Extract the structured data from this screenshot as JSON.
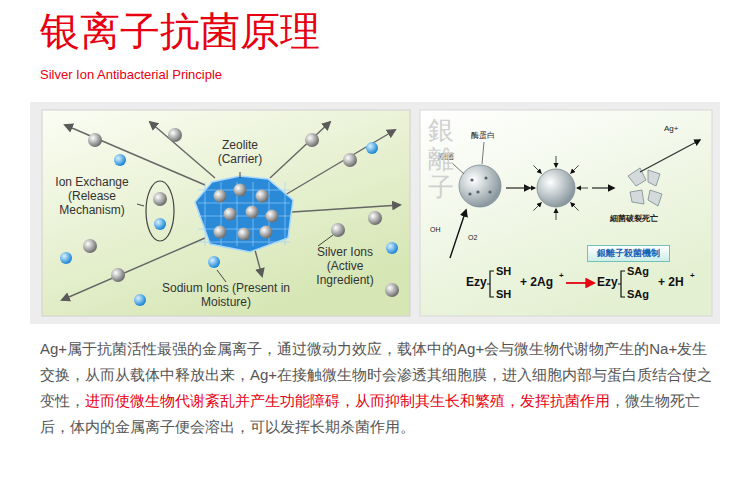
{
  "diagram": {
    "title": "银离子抗菌原理",
    "nodes": [
      {
        "text": [
          "銀離子殺菌機制"
        ]
      }
    ],
    "labels": [
      "Silver Ion Antibacterial Principle",
      "Zeolite (Carrier)",
      "Ion Exchange (Release Mechanism)",
      "Silver Ions (Active Ingredient)",
      "Sodium Ions (Present in Moisture)",
      "酶蛋白",
      "細菌",
      "OH",
      "O2",
      "Ag+",
      "細菌破裂死亡",
      "Ezy",
      "SH",
      "SH",
      "+ 2Ag",
      "+",
      "Ezy",
      "SAg",
      "SAg",
      "+ 2H",
      "+",
      "銀離子",
      "Ag+属于抗菌活性最强的金属离子，通过微动力效应，载体中的Ag+会与微生物代谢物产生的Na+发生交换，从而从载体中释放出来，Ag+在接触微生物时会渗透其细胞膜，进入细胞内部与蛋白质结合使之变性，",
      "进而使微生物代谢紊乱并产生功能障碍，从而抑制其生长和繁殖，发挥抗菌作用",
      "，微生物死亡后，体内的金属离子便会溶出，可以发挥长期杀菌作用。"
    ]
  }
}
